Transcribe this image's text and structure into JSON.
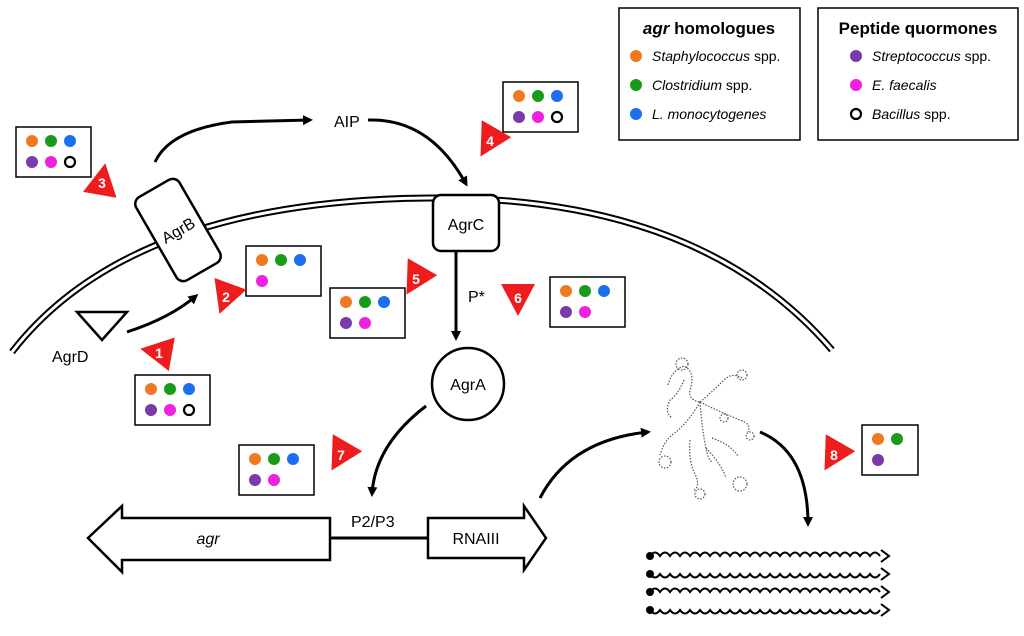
{
  "colors": {
    "orange": "#f07820",
    "green": "#1a9a1a",
    "blue": "#1a6ef0",
    "purple": "#7a3aa8",
    "magenta": "#f020e0",
    "red": "#ee1c1c"
  },
  "legend_agr": {
    "title_italic": "agr",
    "title_rest": " homologues",
    "items": [
      {
        "italic": "Staphylococcus",
        "rest": " spp.",
        "color": "orange"
      },
      {
        "italic": "Clostridium",
        "rest": " spp.",
        "color": "green"
      },
      {
        "italic": "L. monocytogenes",
        "rest": "",
        "color": "blue"
      }
    ]
  },
  "legend_peptide": {
    "title": "Peptide quormones",
    "items": [
      {
        "italic": "Streptococcus",
        "rest": " spp.",
        "color": "purple"
      },
      {
        "italic": "E. faecalis",
        "rest": "",
        "color": "magenta"
      },
      {
        "italic": "Bacillus",
        "rest": " spp.",
        "color": "open"
      }
    ]
  },
  "labels": {
    "agrd": "AgrD",
    "agrb": "AgrB",
    "aip": "AIP",
    "agrc": "AgrC",
    "p_star": "P*",
    "agra": "AgrA",
    "promoter": "P2/P3",
    "agr_gene": "agr",
    "rnaiii": "RNAIII"
  },
  "steps": [
    "1",
    "2",
    "3",
    "4",
    "5",
    "6",
    "7",
    "8"
  ],
  "dot_boxes": [
    {
      "step": "1",
      "dots": [
        [
          "orange",
          "green",
          "blue"
        ],
        [
          "purple",
          "magenta",
          "open"
        ]
      ]
    },
    {
      "step": "2",
      "dots": [
        [
          "orange",
          "green",
          "blue"
        ],
        [
          "magenta"
        ]
      ]
    },
    {
      "step": "3",
      "dots": [
        [
          "orange",
          "green",
          "blue"
        ],
        [
          "purple",
          "magenta",
          "open"
        ]
      ]
    },
    {
      "step": "4",
      "dots": [
        [
          "orange",
          "green",
          "blue"
        ],
        [
          "purple",
          "magenta",
          "open"
        ]
      ]
    },
    {
      "step": "5",
      "dots": [
        [
          "orange",
          "green",
          "blue"
        ],
        [
          "purple",
          "magenta"
        ]
      ]
    },
    {
      "step": "6",
      "dots": [
        [
          "orange",
          "green",
          "blue"
        ],
        [
          "purple",
          "magenta"
        ]
      ]
    },
    {
      "step": "7",
      "dots": [
        [
          "orange",
          "green",
          "blue"
        ],
        [
          "purple",
          "magenta"
        ]
      ]
    },
    {
      "step": "8",
      "dots": [
        [
          "orange",
          "green"
        ],
        [
          "purple"
        ]
      ]
    }
  ]
}
